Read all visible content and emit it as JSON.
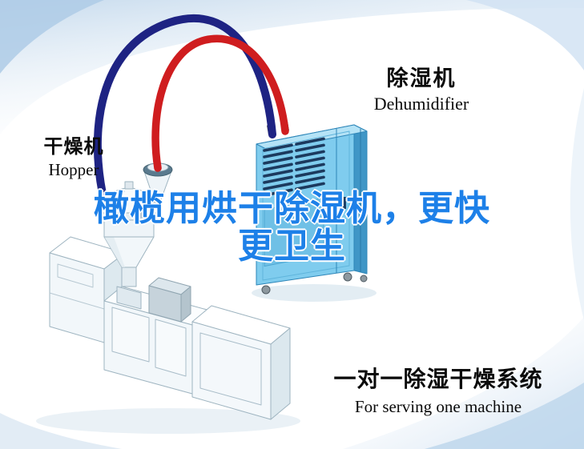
{
  "poster": {
    "headline": {
      "line1": "橄榄用烘干除湿机，更快",
      "line2": "更卫生"
    },
    "hopper_label": {
      "cn": "干燥机",
      "en": "Hopper"
    },
    "dehumidifier_label": {
      "cn": "除湿机",
      "en": "Dehumidifier"
    },
    "caption": {
      "cn": "一对一除湿干燥系统",
      "en": "For serving one machine"
    },
    "colors": {
      "headline_blue": "#1d80e8",
      "hose_supply_blue": "#1e2383",
      "hose_return_red": "#cf1d1f",
      "dehumidifier_front": "#7fccee",
      "dehumidifier_side": "#3f96c6",
      "dehumidifier_top": "#b5e3f6",
      "vent_slats": "#1c3a5e",
      "label_text": "#111111"
    }
  }
}
